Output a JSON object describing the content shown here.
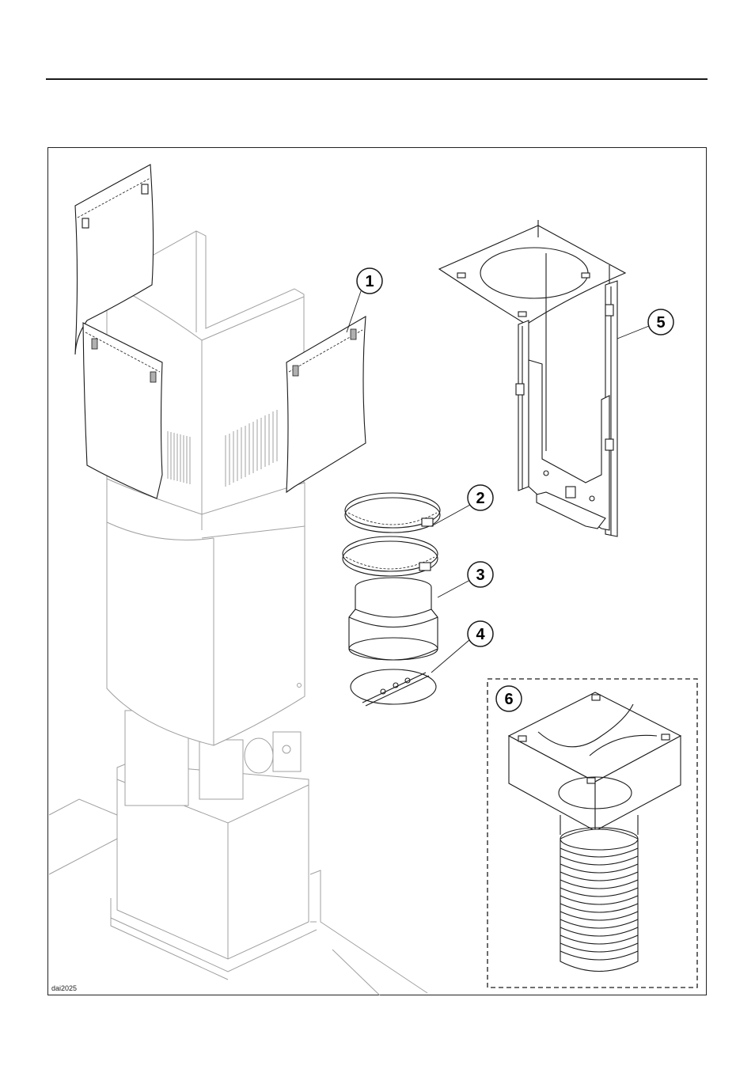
{
  "figure": {
    "code": "dai2025",
    "callouts": [
      {
        "id": "1",
        "label": "1"
      },
      {
        "id": "2",
        "label": "2"
      },
      {
        "id": "3",
        "label": "3"
      },
      {
        "id": "4",
        "label": "4"
      },
      {
        "id": "5",
        "label": "5"
      },
      {
        "id": "6",
        "label": "6"
      }
    ]
  },
  "colors": {
    "line": "#1a1a1a",
    "faint": "#9a9a9a",
    "fill_light": "#f4f4f4",
    "white": "#ffffff"
  }
}
